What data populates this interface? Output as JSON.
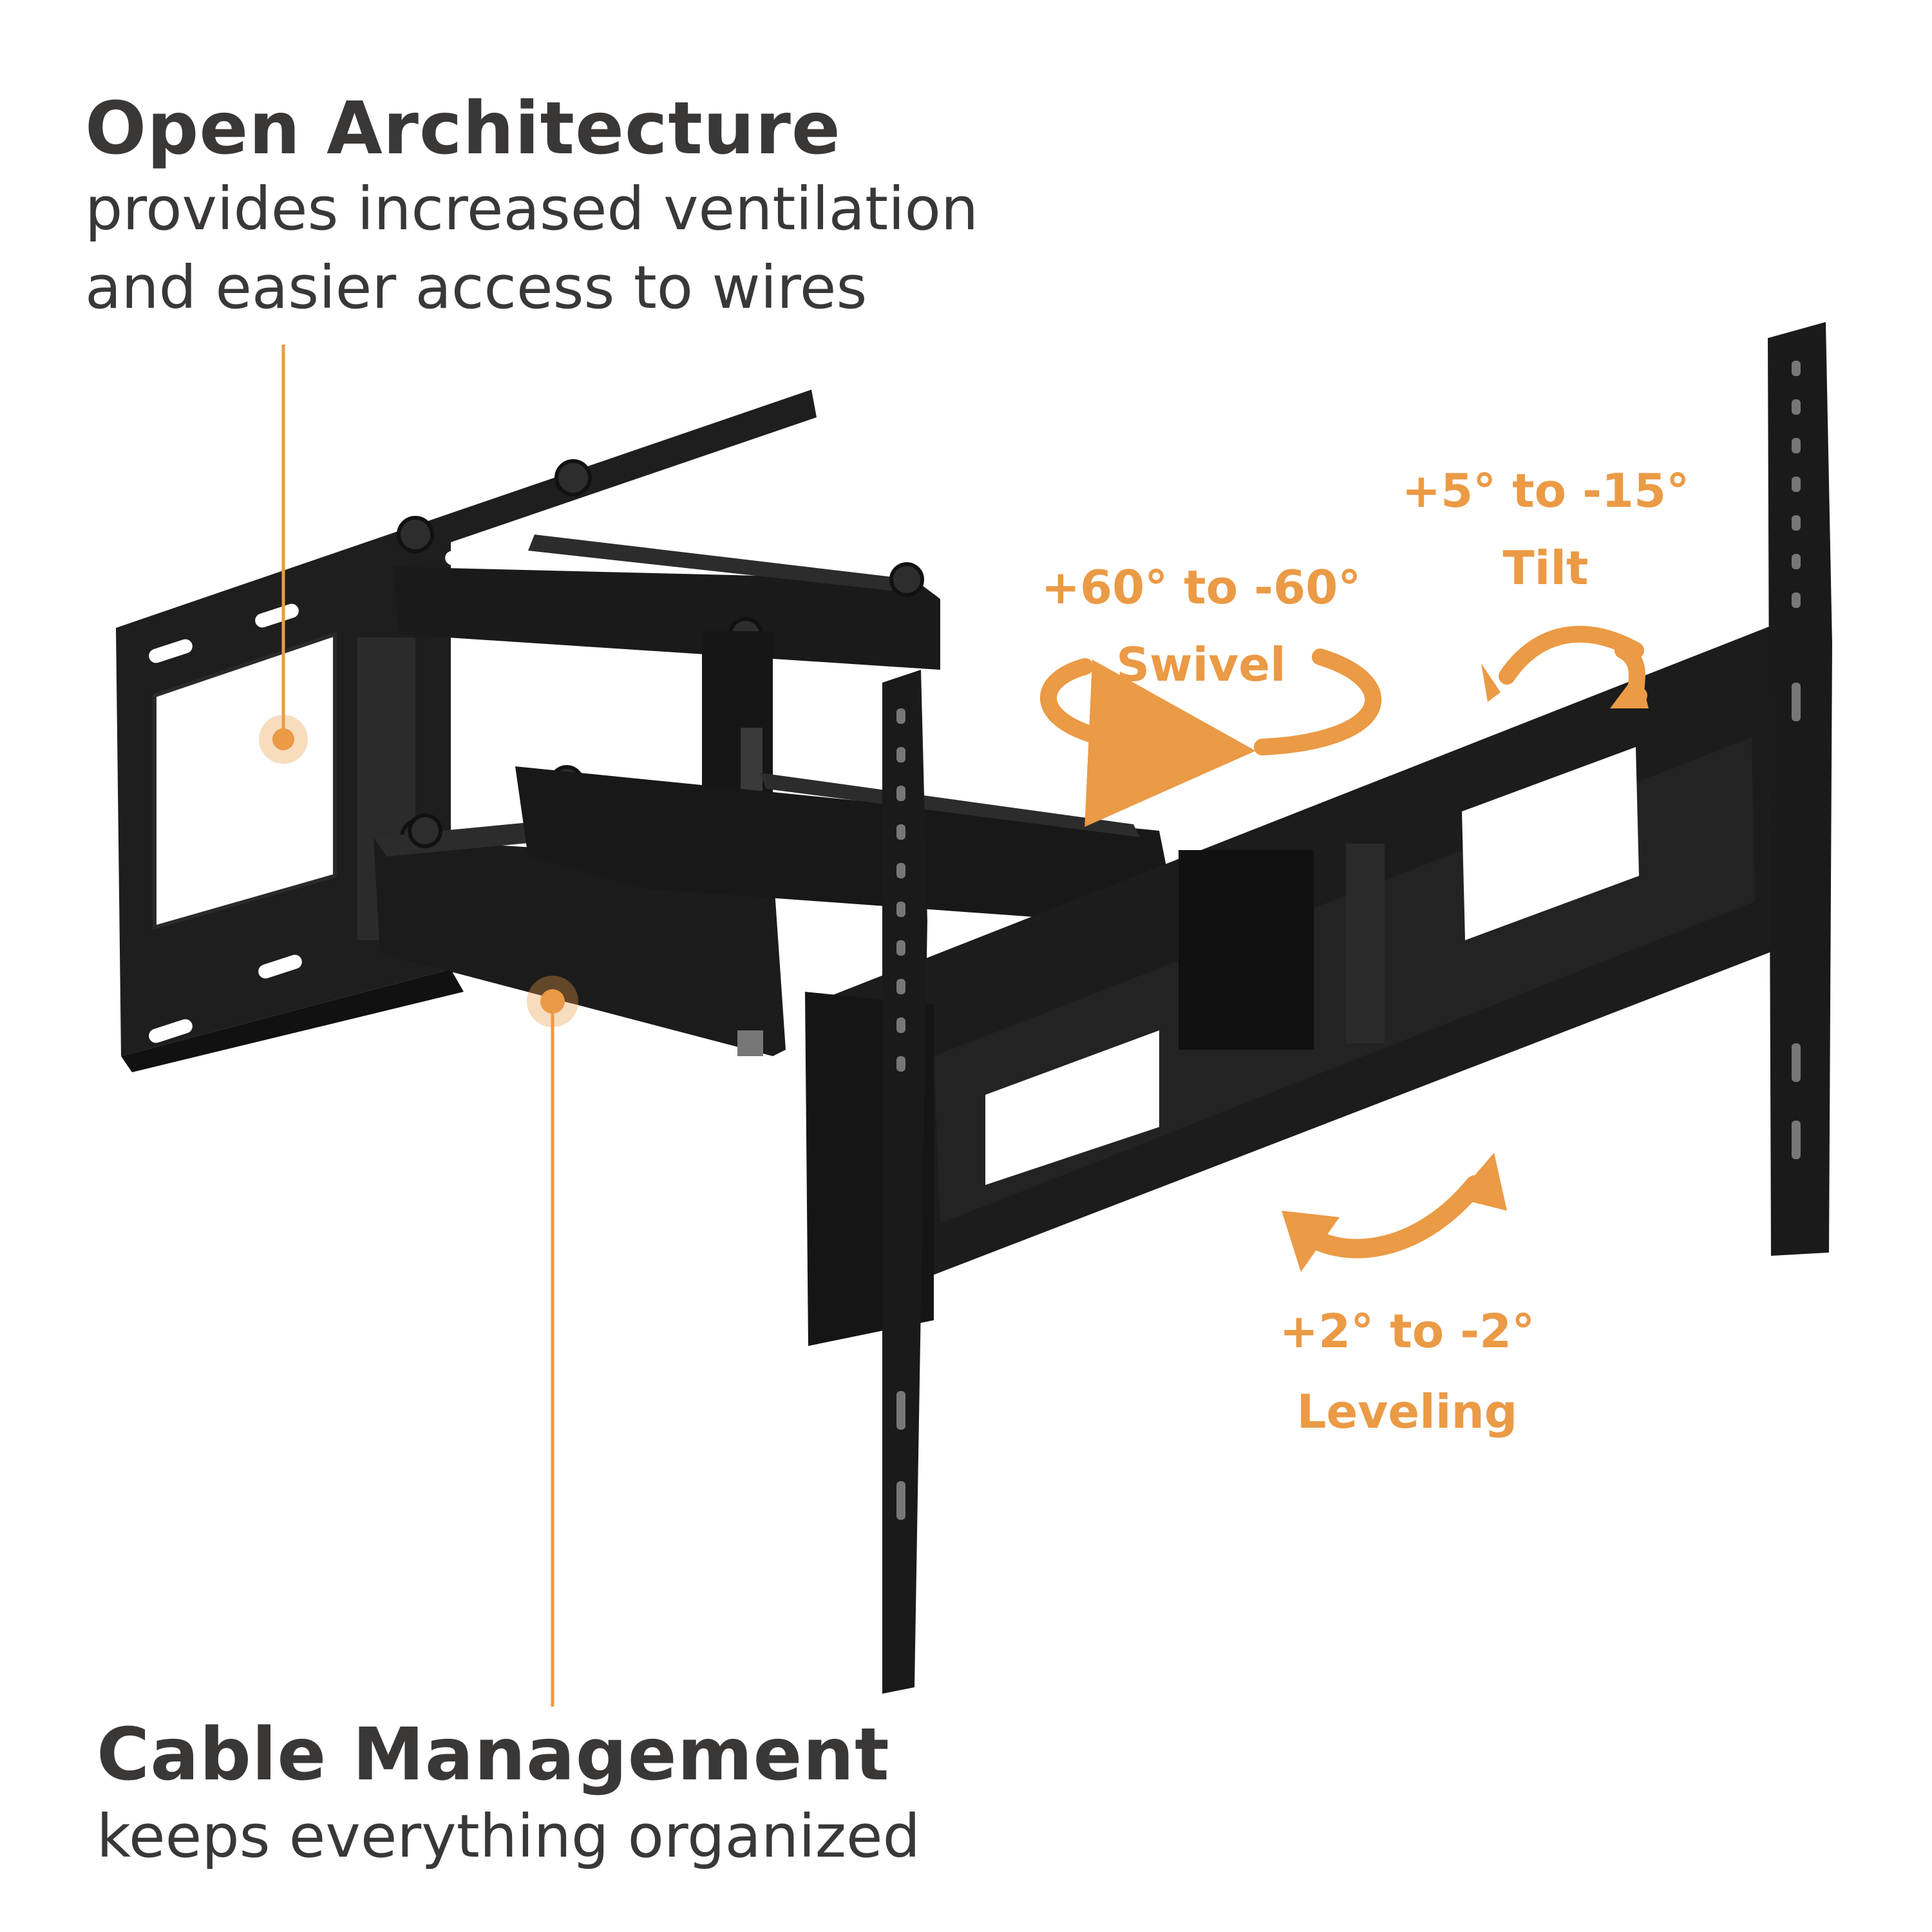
{
  "accent_color": "#eb9a45",
  "text_color": "#3a3737",
  "product_color": "#1c1c1c",
  "features": {
    "open_architecture": {
      "title": "Open Architecture",
      "description_line1": "provides increased ventilation",
      "description_line2": "and easier access to wires"
    },
    "cable_management": {
      "title": "Cable Management",
      "description": "keeps everything organized"
    }
  },
  "adjustments": {
    "swivel": {
      "range": "+60° to -60°",
      "label": "Swivel",
      "icon": "swivel-arrow-icon"
    },
    "tilt": {
      "range": "+5° to -15°",
      "label": "Tilt",
      "icon": "tilt-arrow-icon"
    },
    "leveling": {
      "range": "+2° to -2°",
      "label": "Leveling",
      "icon": "leveling-arrow-icon"
    }
  }
}
